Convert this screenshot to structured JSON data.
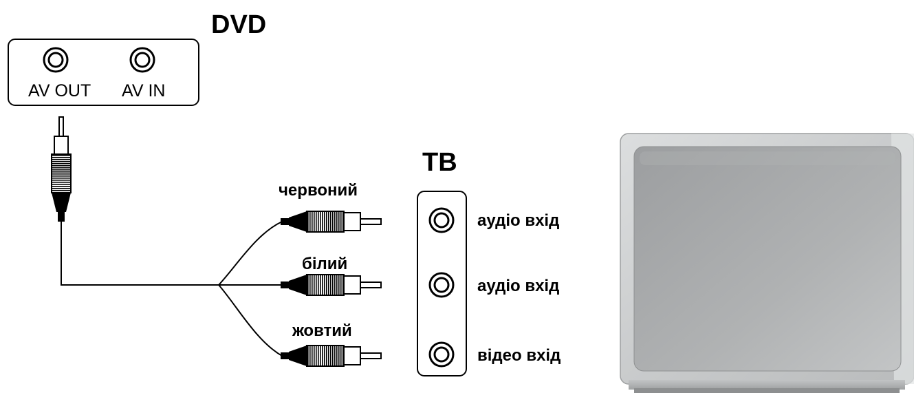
{
  "dvd": {
    "title": "DVD",
    "ports": [
      "AV OUT",
      "AV IN"
    ]
  },
  "tv": {
    "title": "ТВ",
    "inputs": [
      "аудіо вхід",
      "аудіо вхід",
      "відео вхід"
    ]
  },
  "cable": {
    "plugs": [
      "червоний",
      "білий",
      "жовтий"
    ]
  },
  "colors": {
    "line": "#000000",
    "tv_frame": "#cfd1d2",
    "tv_screen": "#a9abac"
  }
}
